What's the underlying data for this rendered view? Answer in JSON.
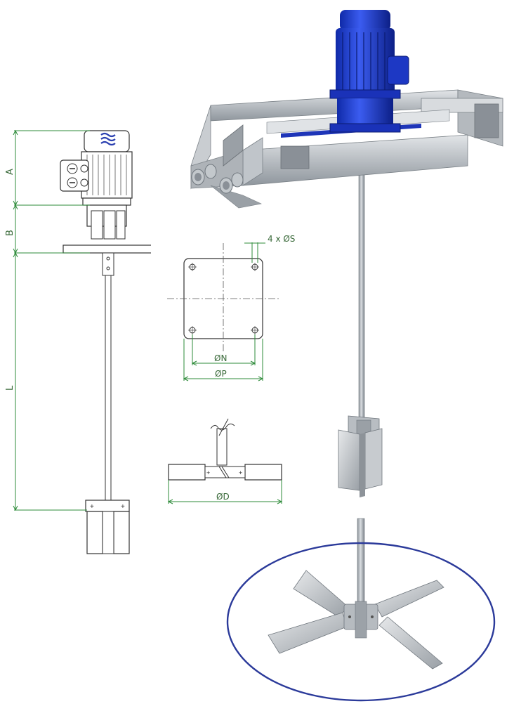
{
  "labels": {
    "dim_a": "A",
    "dim_b": "B",
    "dim_l": "L",
    "hole_spec": "4 x ØS",
    "dim_n": "ØN",
    "dim_p": "ØP",
    "dim_d": "ØD"
  },
  "colors": {
    "dimension_line": "#2e8b3a",
    "drawing_line": "#333333",
    "motor_blue": "#1f3fd0",
    "steel": "#a8adb3",
    "highlight_ellipse": "#2b3a9a"
  }
}
